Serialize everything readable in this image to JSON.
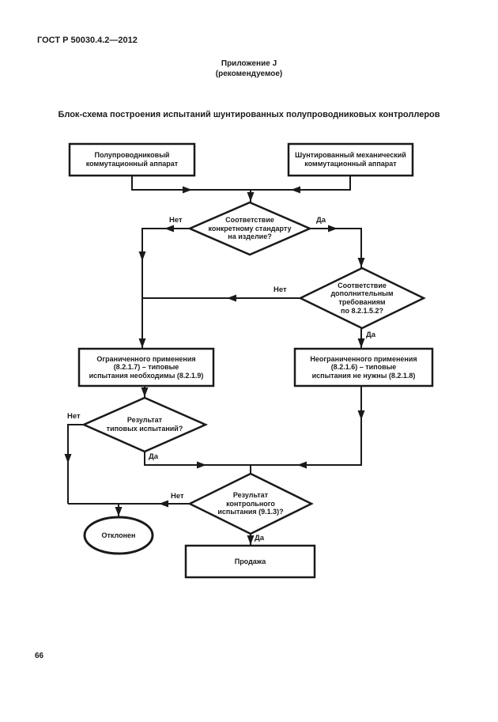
{
  "page": {
    "doc_code": "ГОСТ Р 50030.4.2—2012",
    "appendix_line1": "Приложение J",
    "appendix_line2": "(рекомендуемое)",
    "title": "Блок-схема построения испытаний шунтированных  полупроводниковых контроллеров",
    "page_number": "66"
  },
  "colors": {
    "ink": "#1a1a1a",
    "paper": "#ffffff"
  },
  "flowchart": {
    "nodes": {
      "semiconductor_device": "Полупроводниковый\nкоммутационный аппарат",
      "shunted_mechanical_device": "Шунтированный механический\nкоммутационный аппарат",
      "product_standard_check": "Соответствие\nконкретному стандарту\nна изделие?",
      "additional_requirements_check": "Соответствие\nдополнительным\nтребованиям\nпо 8.2.1.5.2?",
      "limited_use": "Ограниченного применения\n(8.2.1.7) – типовые\nиспытания необходимы (8.2.1.9)",
      "unlimited_use": "Неограниченного применения\n(8.2.1.6) – типовые\nиспытания не нужны (8.2.1.8)",
      "type_test_result": "Результат\nтиповых испытаний?",
      "routine_test_result": "Результат\nконтрольного\nиспытания (9.1.3)?",
      "rejected": "Отклонен",
      "sale": "Продажа"
    },
    "labels": {
      "yes": "Да",
      "no": "Нет"
    }
  }
}
